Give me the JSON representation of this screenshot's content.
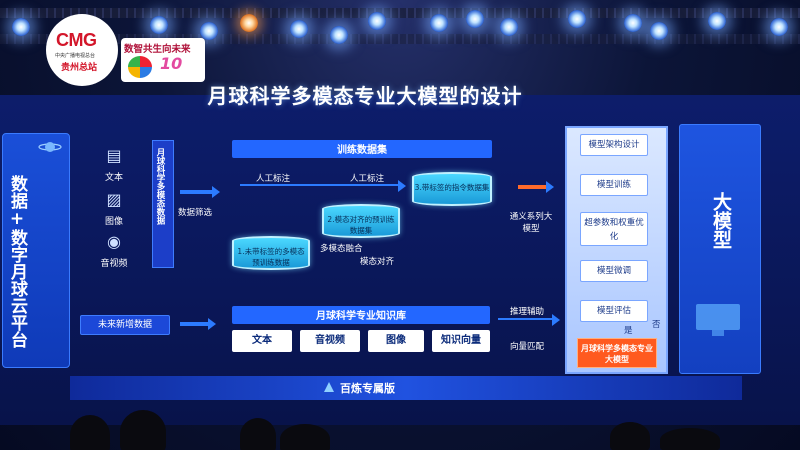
{
  "logo": {
    "brand": "CMG",
    "org_small": "中央广播电视总台",
    "station": "贵州总站"
  },
  "event": {
    "slogan": "数智共生向未来",
    "badge_number": "10"
  },
  "slide": {
    "title": "月球科学多模态专业大模型的设计",
    "left_panel": {
      "title": "数据+数字月球云平台"
    },
    "sources": [
      {
        "icon": "document-icon",
        "label": "文本"
      },
      {
        "icon": "image-icon",
        "label": "图像"
      },
      {
        "icon": "audio-video-icon",
        "label": "音视频"
      }
    ],
    "corpus": "月球科学多模态数据",
    "data_filter": "数据筛选",
    "training_set": "训练数据集",
    "manual_label_1": "人工标注",
    "manual_label_2": "人工标注",
    "cylinders": [
      "1.未带标签的多模态预训练数据",
      "2.模态对齐的预训练数据集",
      "3.带标签的指令数据集"
    ],
    "multimodal_fusion": "多模态融合",
    "modal_alignment": "模态对齐",
    "base_model": "通义系列大模型",
    "knowledge_base": "月球科学专业知识库",
    "kb_items": [
      "文本",
      "音视频",
      "图像",
      "知识向量"
    ],
    "new_data": "未来新增数据",
    "inference_aid": "推理辅助",
    "vector_match": "向量匹配",
    "model_steps": [
      "模型架构设计",
      "模型训练",
      "超参数和权重优化",
      "模型微调",
      "模型评估"
    ],
    "yes_label": "是",
    "no_label": "否",
    "final_model": "月球科学多模态专业大模型",
    "right_panel": {
      "title": "大模型"
    },
    "footer": "百炼专属版"
  },
  "colors": {
    "accent": "#2367ff",
    "highlight": "#ff5a1f",
    "brand_red": "#d3162a"
  }
}
